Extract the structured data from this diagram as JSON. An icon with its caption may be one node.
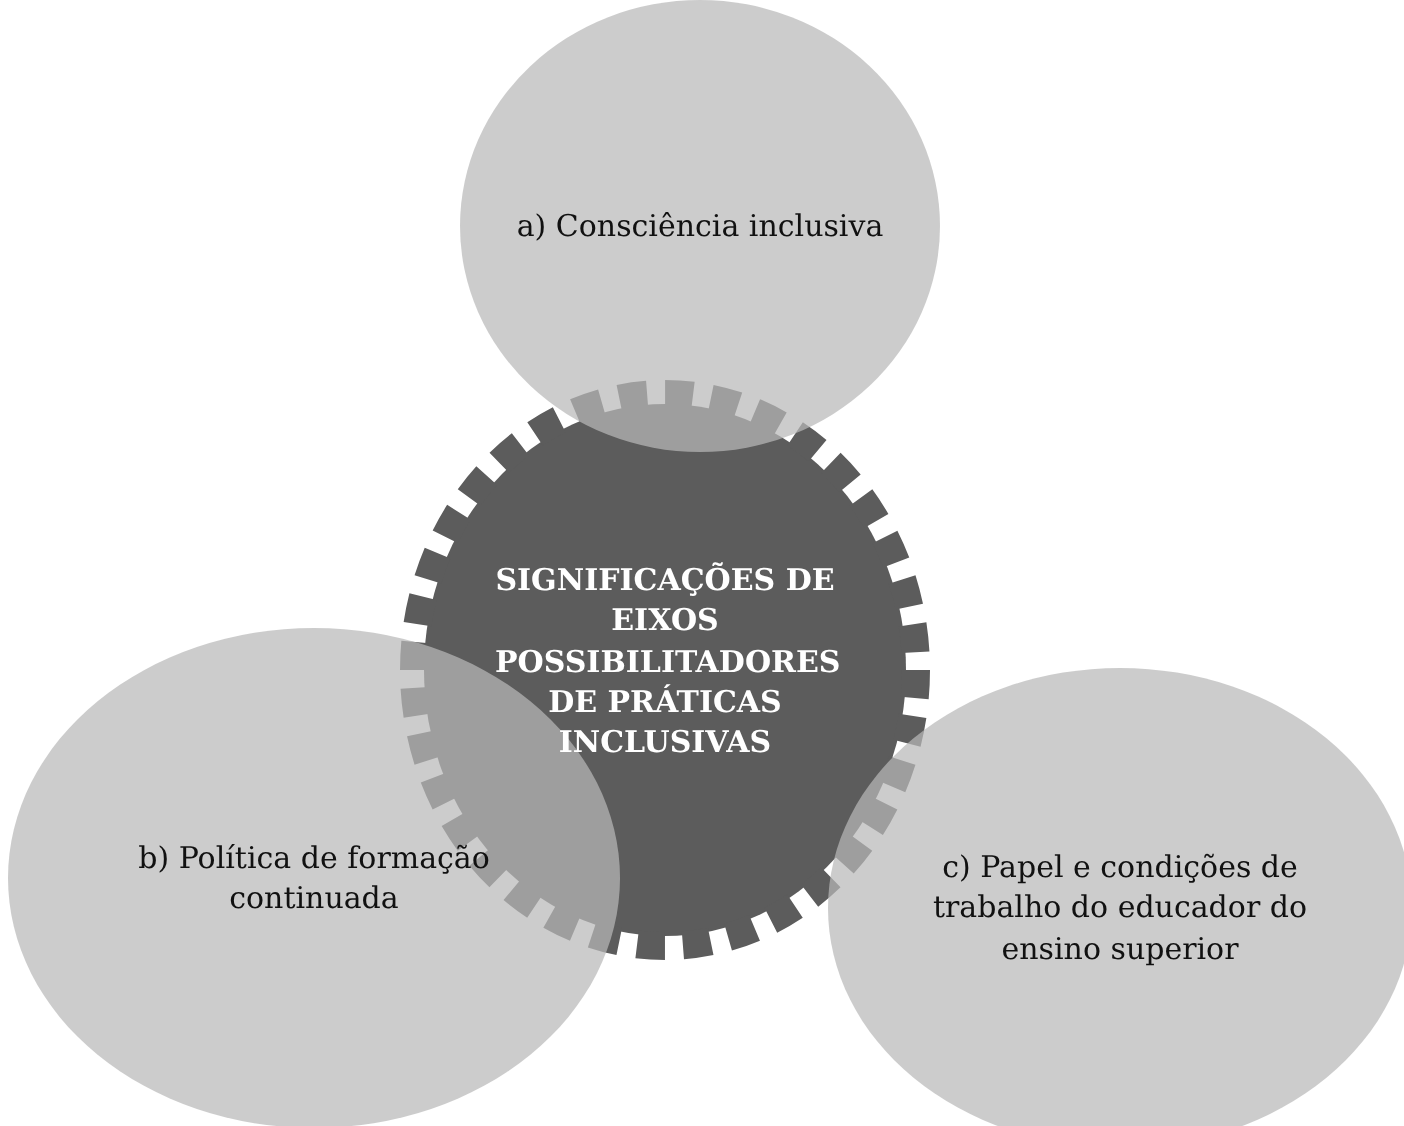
{
  "diagram": {
    "nodes": [
      {
        "text": [
          "a) Consciência inclusiva"
        ]
      },
      {
        "text": [
          "SIGNIFICAÇÕES DE EIXOS POSSIBILITADORES DE PRÁTICAS INCLUSIVAS"
        ]
      },
      {
        "text": [
          "b) Política de formação continuada"
        ]
      },
      {
        "text": [
          "c) Papel e condições de trabalho do educador do ensino superior"
        ]
      }
    ],
    "edges": []
  }
}
